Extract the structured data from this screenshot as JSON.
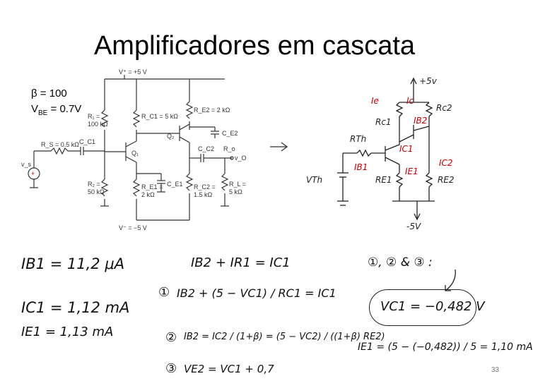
{
  "slide": {
    "title": "Amplificadores em cascata",
    "page_number": "33"
  },
  "params": {
    "beta_line": "β = 100",
    "vbe_prefix": "V",
    "vbe_sub": "BE",
    "vbe_suffix": " = 0.7V"
  },
  "schematic": {
    "labels": {
      "vplus": "V⁺ = +5 V",
      "vminus": "V⁻ = −5 V",
      "r1": "R₁ =",
      "r1v": "100 kΩ",
      "rc1": "R_C1 = 5 kΩ",
      "re2": "R_E2 = 2 kΩ",
      "rs": "R_S = 0.5 kΩ",
      "cc1": "C_C1",
      "q1": "Q₁",
      "q2": "Q₂",
      "ce2": "C_E2",
      "cc2": "C_C2",
      "ro": "R_o",
      "vo": "v_O",
      "vs": "v_s",
      "r2": "R₂ =",
      "r2v": "50 kΩ",
      "re1": "R_E1 =",
      "re1v": "2 kΩ",
      "ce1": "C_E1",
      "rc2": "R_C2 =",
      "rc2v": "1.5 kΩ",
      "rl": "R_L =",
      "rlv": "5 kΩ"
    }
  },
  "sketch": {
    "labels": {
      "v5": "+5v",
      "ie": "Ie",
      "ic": "Ic",
      "rc2": "Rc2",
      "rc1": "Rc1",
      "ib2": "IB2",
      "rth": "RTh",
      "ic1": "IC1",
      "ic2": "IC2",
      "ib1": "IB1",
      "vth": "VTh",
      "re1": "RE1",
      "ie1": "IE1",
      "re2": "RE2",
      "m5v": "-5V"
    }
  },
  "equations": {
    "e1": "IB1 = 11,2 μA",
    "e2": "IC1 = 1,12 mA",
    "e3": "IE1 = 1,13 mA",
    "e4": "IB2 + IR1 = IC1",
    "e5_num": "①",
    "e5": "IB2 + (5 − VC1) / RC1 = IC1",
    "e6_num": "②",
    "e6": "IB2 = IC2 / (1+β) = (5 − VC2) / ((1+β) RE2)",
    "e7_num": "③",
    "e7": "VE2 = VC1 + 0,7",
    "e8": "①, ② & ③ :",
    "e9": "VC1 = −0,482 V",
    "e10": "IE1 = (5 − (−0,482)) / 5 = 1,10 mA"
  }
}
